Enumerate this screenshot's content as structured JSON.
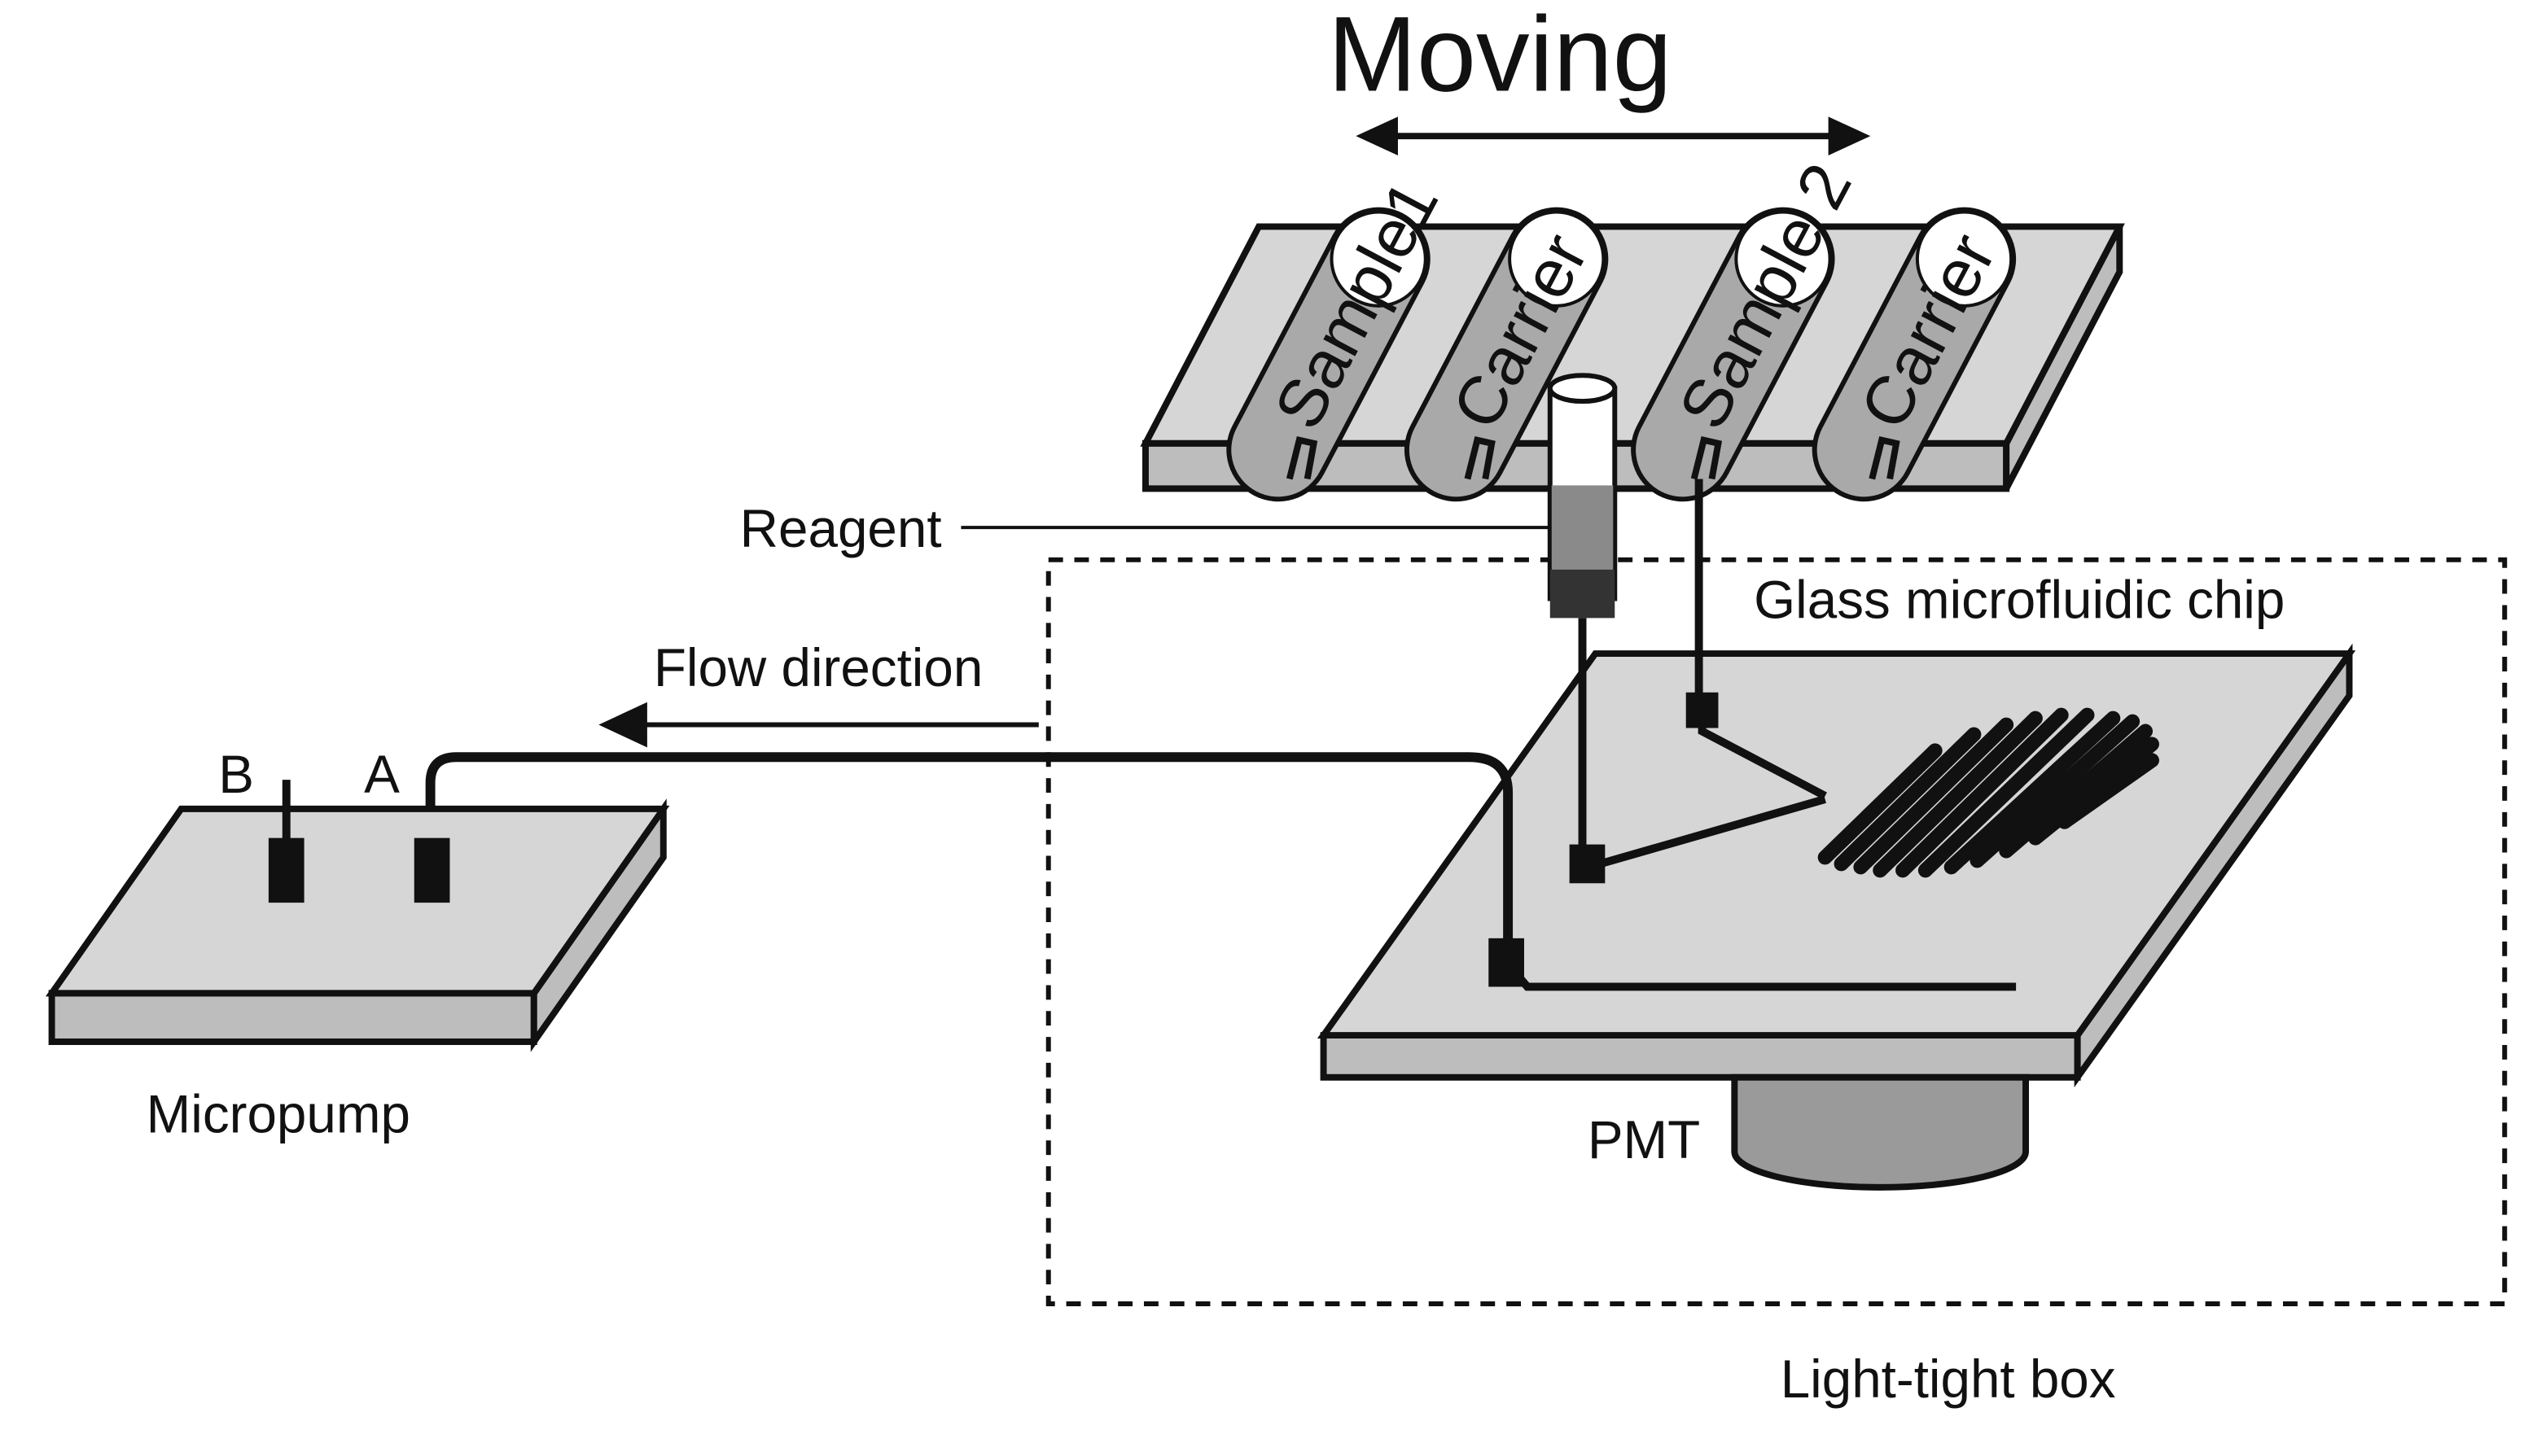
{
  "labels": {
    "moving": "Moving",
    "reagent": "Reagent",
    "glass_chip": "Glass microfluidic chip",
    "flow_direction": "Flow direction",
    "port_b": "B",
    "port_a": "A",
    "micropump": "Micropump",
    "pmt": "PMT",
    "light_tight_box": "Light-tight box"
  },
  "tubes": [
    {
      "label": "Sample1"
    },
    {
      "label": "Carrier"
    },
    {
      "label": "Sample 2"
    },
    {
      "label": "Carrier"
    }
  ],
  "colors": {
    "background": "#ffffff",
    "line": "#111111",
    "plate_top": "#d6d6d6",
    "plate_side": "#bdbdbd",
    "tube_body": "#a9a9a9",
    "reagent_fill": "#8a8a8a",
    "reagent_cap": "#333333",
    "pmt_gray": "#9a9a9a"
  }
}
